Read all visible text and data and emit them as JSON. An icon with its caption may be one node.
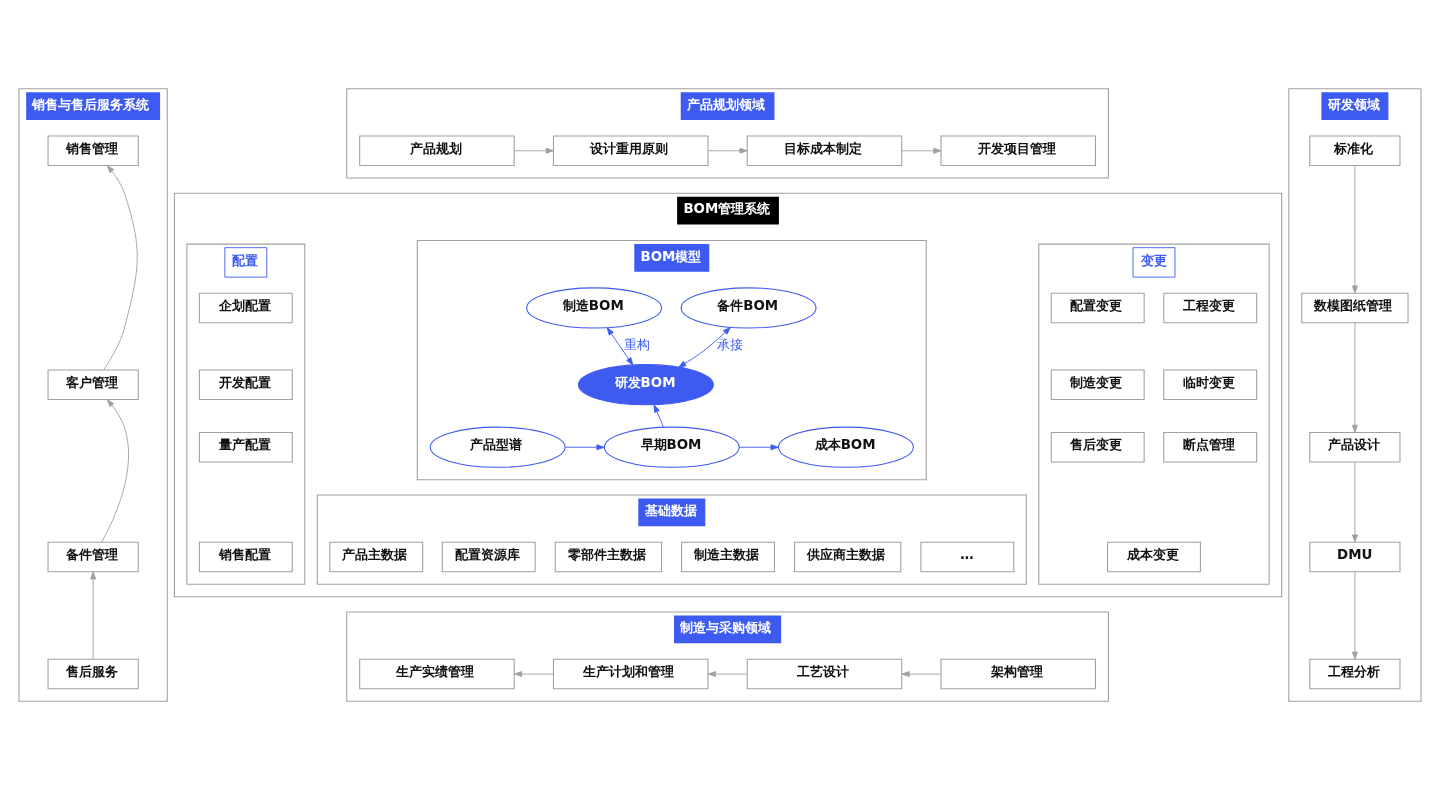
{
  "diagram": {
    "nodes": [
      {
        "text": [
          "销售与售后服务系统"
        ]
      },
      {
        "text": [
          "销售管理"
        ],
        "in": 0
      },
      {
        "text": [
          "客户管理"
        ],
        "in": 0
      },
      {
        "text": [
          "备件管理"
        ],
        "in": 0
      },
      {
        "text": [
          "售后服务"
        ],
        "in": 0
      },
      {
        "text": [
          "产品规划领域"
        ]
      },
      {
        "text": [
          "产品规划"
        ],
        "in": 5
      },
      {
        "text": [
          "设计重用原则"
        ],
        "in": 5
      },
      {
        "text": [
          "目标成本制定"
        ],
        "in": 5
      },
      {
        "text": [
          "开发项目管理"
        ],
        "in": 5
      },
      {
        "text": [
          "BOM管理系统"
        ]
      },
      {
        "text": [
          "配置"
        ],
        "in": 10
      },
      {
        "text": [
          "企划配置"
        ],
        "in": 11
      },
      {
        "text": [
          "开发配置"
        ],
        "in": 11
      },
      {
        "text": [
          "量产配置"
        ],
        "in": 11
      },
      {
        "text": [
          "销售配置"
        ],
        "in": 11
      },
      {
        "text": [
          "BOM模型"
        ],
        "in": 10
      },
      {
        "text": [
          "制造BOM"
        ],
        "in": 16
      },
      {
        "text": [
          "备件BOM"
        ],
        "in": 16
      },
      {
        "text": [
          "研发BOM"
        ],
        "in": 16
      },
      {
        "text": [
          "产品型谱"
        ],
        "in": 16
      },
      {
        "text": [
          "早期BOM"
        ],
        "in": 16
      },
      {
        "text": [
          "成本BOM"
        ],
        "in": 16
      },
      {
        "text": [
          "基础数据"
        ],
        "in": 10
      },
      {
        "text": [
          "产品主数据"
        ],
        "in": 23
      },
      {
        "text": [
          "配置资源库"
        ],
        "in": 23
      },
      {
        "text": [
          "零部件主数据"
        ],
        "in": 23
      },
      {
        "text": [
          "制造主数据"
        ],
        "in": 23
      },
      {
        "text": [
          "供应商主数据"
        ],
        "in": 23
      },
      {
        "text": [
          "…"
        ],
        "in": 23
      },
      {
        "text": [
          "变更"
        ],
        "in": 10
      },
      {
        "text": [
          "配置变更"
        ],
        "in": 30
      },
      {
        "text": [
          "工程变更"
        ],
        "in": 30
      },
      {
        "text": [
          "制造变更"
        ],
        "in": 30
      },
      {
        "text": [
          "临时变更"
        ],
        "in": 30
      },
      {
        "text": [
          "售后变更"
        ],
        "in": 30
      },
      {
        "text": [
          "断点管理"
        ],
        "in": 30
      },
      {
        "text": [
          "成本变更"
        ],
        "in": 30
      },
      {
        "text": [
          "制造与采购领域"
        ]
      },
      {
        "text": [
          "生产实绩管理"
        ],
        "in": 38
      },
      {
        "text": [
          "生产计划和管理"
        ],
        "in": 38
      },
      {
        "text": [
          "工艺设计"
        ],
        "in": 38
      },
      {
        "text": [
          "架构管理"
        ],
        "in": 38
      },
      {
        "text": [
          "研发领域"
        ]
      },
      {
        "text": [
          "标准化"
        ],
        "in": 43
      },
      {
        "text": [
          "数模图纸管理"
        ],
        "in": 43
      },
      {
        "text": [
          "产品设计"
        ],
        "in": 43
      },
      {
        "text": [
          "DMU"
        ],
        "in": 43
      },
      {
        "text": [
          "工程分析"
        ],
        "in": 43
      }
    ],
    "edges": [
      {
        "from": 4,
        "to": 3,
        "arrow": "to"
      },
      {
        "from": 3,
        "to": 2,
        "arrow": "to"
      },
      {
        "from": 2,
        "to": 1,
        "arrow": "to"
      },
      {
        "from": 6,
        "to": 7,
        "arrow": "to"
      },
      {
        "from": 7,
        "to": 8,
        "arrow": "to"
      },
      {
        "from": 8,
        "to": 9,
        "arrow": "to"
      },
      {
        "from": 20,
        "to": 21,
        "arrow": "to",
        "color": "#3d5af1"
      },
      {
        "from": 21,
        "to": 22,
        "arrow": "to",
        "color": "#3d5af1"
      },
      {
        "from": 21,
        "to": 19,
        "arrow": "to",
        "color": "#3d5af1"
      },
      {
        "from": 17,
        "to": 19,
        "arrow": "both",
        "label": "重构",
        "color": "#3d5af1"
      },
      {
        "from": 18,
        "to": 19,
        "arrow": "both",
        "label": "承接",
        "color": "#3d5af1"
      },
      {
        "from": 42,
        "to": 41,
        "arrow": "to"
      },
      {
        "from": 41,
        "to": 40,
        "arrow": "to"
      },
      {
        "from": 40,
        "to": 39,
        "arrow": "to"
      },
      {
        "from": 44,
        "to": 45,
        "arrow": "to"
      },
      {
        "from": 45,
        "to": 46,
        "arrow": "to"
      },
      {
        "from": 46,
        "to": 47,
        "arrow": "to"
      },
      {
        "from": 47,
        "to": 48,
        "arrow": "to"
      }
    ]
  }
}
